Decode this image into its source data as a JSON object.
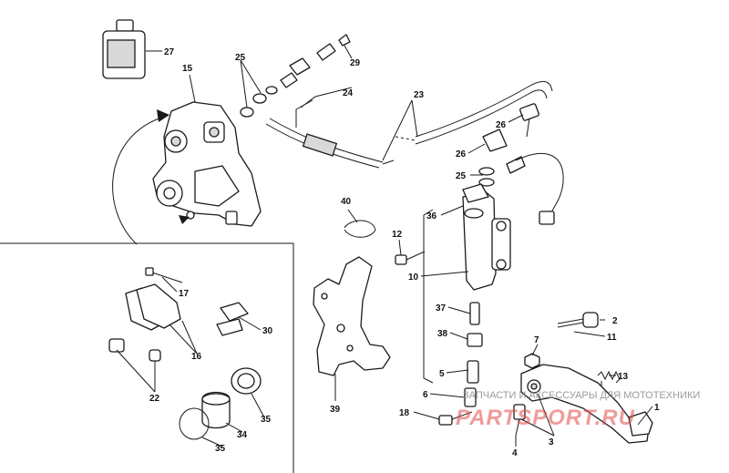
{
  "diagram": {
    "callouts": {
      "c1": "1",
      "c2": "2",
      "c3": "3",
      "c4": "4",
      "c5": "5",
      "c6": "6",
      "c7": "7",
      "c10": "10",
      "c11": "11",
      "c12": "12",
      "c13": "13",
      "c15": "15",
      "c16": "16",
      "c17": "17",
      "c18": "18",
      "c22": "22",
      "c23": "23",
      "c24": "24",
      "c25a": "25",
      "c25b": "25",
      "c26a": "26",
      "c26b": "26",
      "c27": "27",
      "c29": "29",
      "c30": "30",
      "c34": "34",
      "c35a": "35",
      "c35b": "35",
      "c36": "36",
      "c37": "37",
      "c38": "38",
      "c39": "39",
      "c40": "40"
    }
  },
  "watermark": {
    "caption": "ЗАПЧАСТИ И АКСЕССУАРЫ ДЛЯ МОТОТЕХНИКИ",
    "logo": "PARTSPORT.RU"
  },
  "colors": {
    "line": "#1a1a1a",
    "watermark_logo": "#e24a4a",
    "watermark_text": "#8a8a8a"
  }
}
